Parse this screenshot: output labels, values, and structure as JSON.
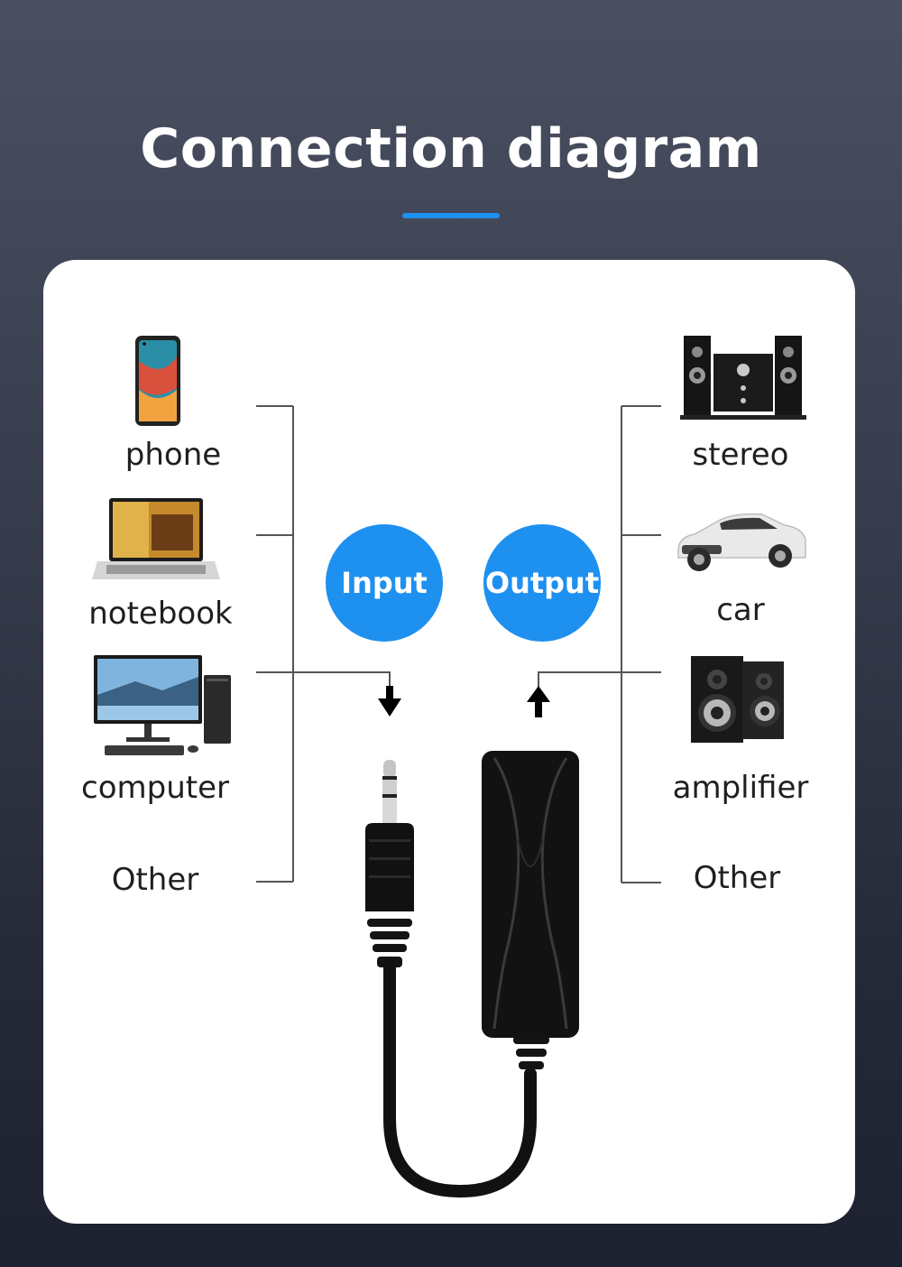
{
  "title": "Connection diagram",
  "colors": {
    "accent": "#1e90f0",
    "panel": "#ffffff",
    "line": "#555555",
    "device": "#141414"
  },
  "input_label": "Input",
  "output_label": "Output",
  "inputs": [
    {
      "label": "phone",
      "icon": "phone-icon"
    },
    {
      "label": "notebook",
      "icon": "laptop-icon"
    },
    {
      "label": "computer",
      "icon": "desktop-computer-icon"
    },
    {
      "label": "Other",
      "icon": ""
    }
  ],
  "outputs": [
    {
      "label": "stereo",
      "icon": "stereo-system-icon"
    },
    {
      "label": "car",
      "icon": "car-icon"
    },
    {
      "label": "amplifier",
      "icon": "speakers-icon"
    },
    {
      "label": "Other",
      "icon": ""
    }
  ]
}
